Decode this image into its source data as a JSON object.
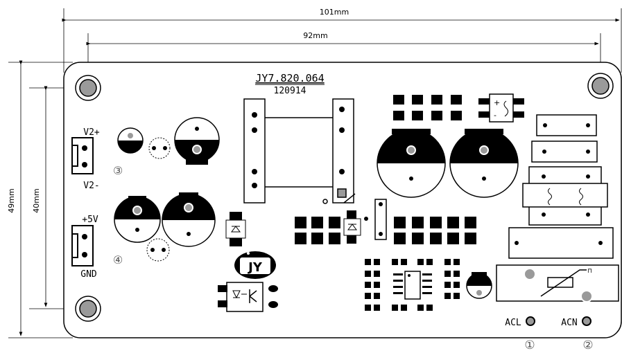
{
  "dimensions": {
    "top_overall": "101mm",
    "top_hole": "92mm",
    "left_overall": "49mm",
    "left_hole": "40mm"
  },
  "board": {
    "part_number": "JY7.820.064",
    "date_code": "120914",
    "logo": "JY"
  },
  "connectors": {
    "v2_plus": "V2+",
    "v2_minus": "V2-",
    "v2_index": "③",
    "p5v": "+5V",
    "gnd": "GND",
    "p5v_index": "④",
    "acl": "ACL",
    "acn": "ACN",
    "acl_index": "①",
    "acn_index": "②"
  },
  "colors": {
    "ink": "#000000",
    "pad": "#9a9a9a",
    "background": "#ffffff"
  }
}
